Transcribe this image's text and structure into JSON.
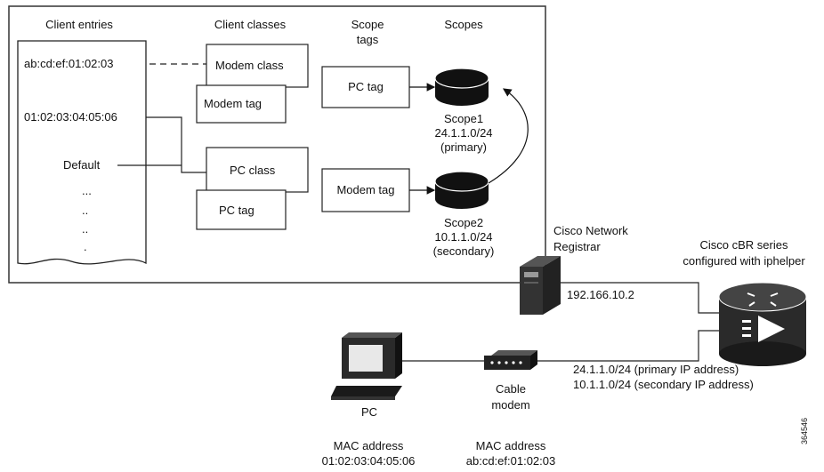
{
  "headings": {
    "client_entries": "Client entries",
    "client_classes": "Client classes",
    "scope_tags_1": "Scope",
    "scope_tags_2": "tags",
    "scopes": "Scopes"
  },
  "client_entries": {
    "entry1": "ab:cd:ef:01:02:03",
    "entry2": "01:02:03:04:05:06",
    "default": "Default",
    "dots1": "...",
    "dots2": "..",
    "dots3": "..",
    "dots4": "."
  },
  "client_classes": {
    "modem_class": "Modem class",
    "modem_tag": "Modem tag",
    "pc_class": "PC class",
    "pc_tag": "PC tag"
  },
  "scope_tags": {
    "pc_tag": "PC tag",
    "modem_tag": "Modem tag"
  },
  "scopes": {
    "scope1": [
      "Scope1",
      "24.1.1.0/24",
      "(primary)"
    ],
    "scope2": [
      "Scope2",
      "10.1.1.0/24",
      "(secondary)"
    ]
  },
  "network": {
    "cnr_label": [
      "Cisco Network",
      "Registrar"
    ],
    "cnr_ip": "192.166.10.2",
    "cbr_label": [
      "Cisco cBR series",
      "configured with iphelper"
    ],
    "subnets": [
      "24.1.1.0/24 (primary IP address)",
      "10.1.1.0/24 (secondary IP address)"
    ],
    "pc_label": "PC",
    "modem_label": [
      "Cable",
      "modem"
    ],
    "pc_mac": [
      "MAC address",
      "01:02:03:04:05:06"
    ],
    "modem_mac": [
      "MAC address",
      "ab:cd:ef:01:02:03"
    ]
  },
  "figure_id": "364546",
  "colors": {
    "stroke": "#222222",
    "dark": "#1a1a1a",
    "device_gray": "#333333"
  },
  "icons": [
    "database-cylinder-icon",
    "server-icon",
    "router-icon",
    "pc-icon",
    "cable-modem-icon"
  ]
}
